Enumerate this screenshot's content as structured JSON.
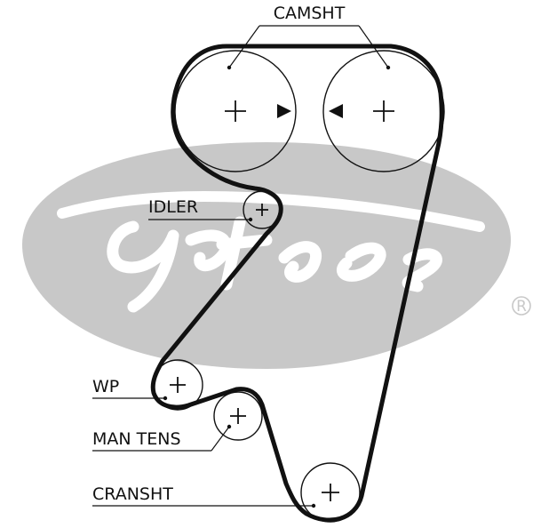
{
  "brand": {
    "registered_mark": "®",
    "logo_color": "#c8c8c8"
  },
  "labels": {
    "camshaft": "CAMSHT",
    "idler": "IDLER",
    "water_pump": "WP",
    "manual_tensioner": "MAN TENS",
    "crankshaft": "CRANSHT"
  },
  "colors": {
    "line": "#111111",
    "background": "#ffffff"
  }
}
